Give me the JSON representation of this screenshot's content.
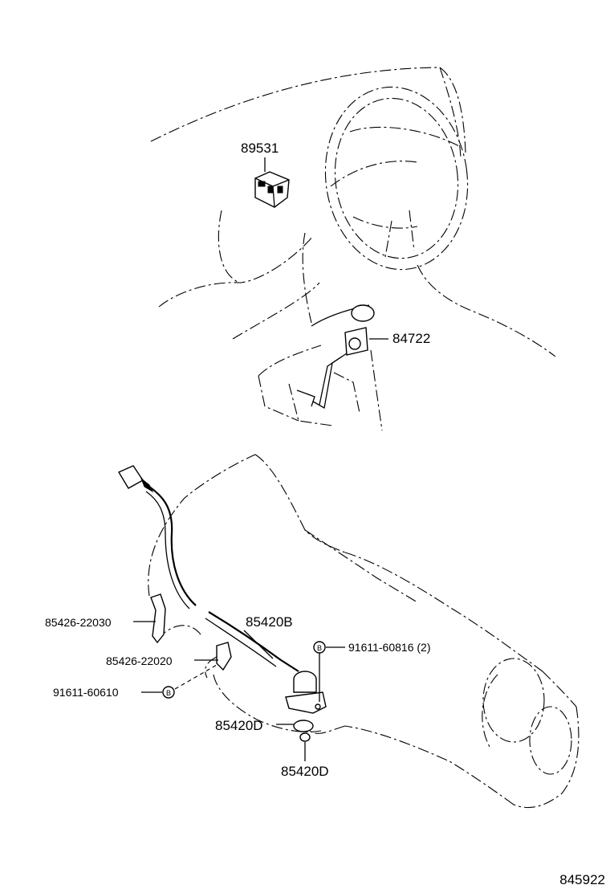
{
  "diagram": {
    "figure_id": "845922",
    "callouts": [
      {
        "id": "cursor_control",
        "label": "89531"
      },
      {
        "id": "cruise_switch",
        "label": "84722"
      },
      {
        "id": "wire_assembly",
        "label": "85420B"
      },
      {
        "id": "clamp_upper",
        "label": "85426-22030"
      },
      {
        "id": "clamp_lower",
        "label": "85426-22020"
      },
      {
        "id": "bolt_clamp",
        "label": "91611-60610"
      },
      {
        "id": "bolt_bracket",
        "label": "91611-60816 (2)"
      },
      {
        "id": "gasket_1",
        "label": "85420D"
      },
      {
        "id": "gasket_2",
        "label": "85420D"
      }
    ],
    "bolt_marker_symbol": "B"
  }
}
